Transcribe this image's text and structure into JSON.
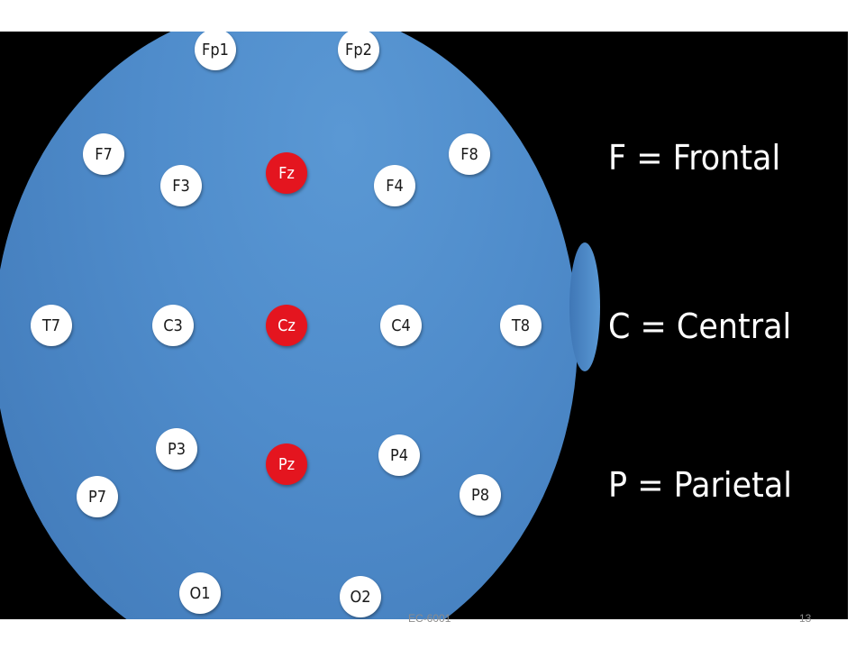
{
  "legend": [
    {
      "text": "F = Frontal"
    },
    {
      "text": "C = Central"
    },
    {
      "text": "P = Parietal"
    }
  ],
  "electrodes": {
    "fp1": {
      "label": "Fp1"
    },
    "fp2": {
      "label": "Fp2"
    },
    "f7": {
      "label": "F7"
    },
    "f8": {
      "label": "F8"
    },
    "f3": {
      "label": "F3"
    },
    "fz": {
      "label": "Fz"
    },
    "f4": {
      "label": "F4"
    },
    "t7": {
      "label": "T7"
    },
    "c3": {
      "label": "C3"
    },
    "cz": {
      "label": "Cz"
    },
    "c4": {
      "label": "C4"
    },
    "t8": {
      "label": "T8"
    },
    "p3": {
      "label": "P3"
    },
    "pz": {
      "label": "Pz"
    },
    "p4": {
      "label": "P4"
    },
    "p7": {
      "label": "P7"
    },
    "p8": {
      "label": "P8"
    },
    "o1": {
      "label": "O1"
    },
    "o2": {
      "label": "O2"
    }
  },
  "colors": {
    "midline_electrode": "#e4151f",
    "electrode": "#ffffff",
    "head": "#4f8ccb",
    "background": "#000000"
  },
  "footer": {
    "course_code": "EC-6001",
    "slide_number": "13"
  }
}
